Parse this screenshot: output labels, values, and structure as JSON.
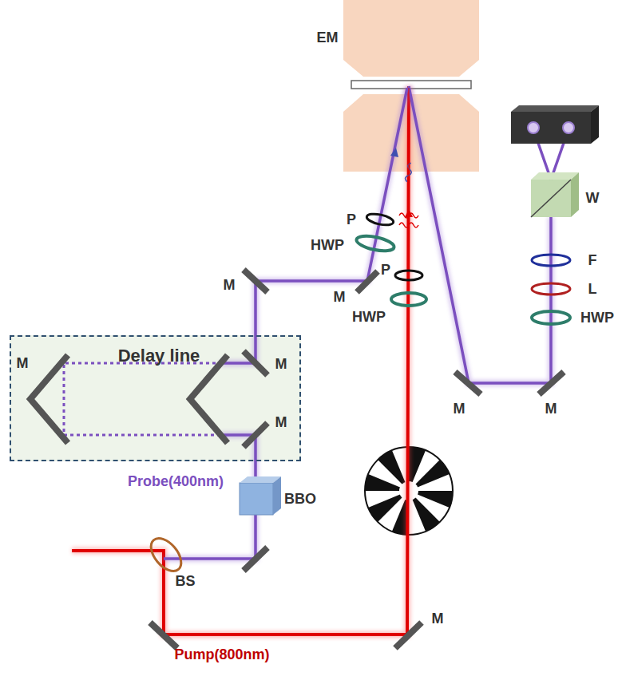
{
  "diagram": {
    "nodes": [
      {
        "text": [
          "Delay line"
        ]
      }
    ],
    "labels": [
      "EM",
      "W",
      "P",
      "F",
      "HWP",
      "M",
      "L",
      "P",
      "M",
      "HWP",
      "HWP",
      "M",
      "M",
      "M",
      "M",
      "M",
      "Probe(400nm)",
      "BBO",
      "BS",
      "M",
      "Pump(800nm)"
    ]
  }
}
